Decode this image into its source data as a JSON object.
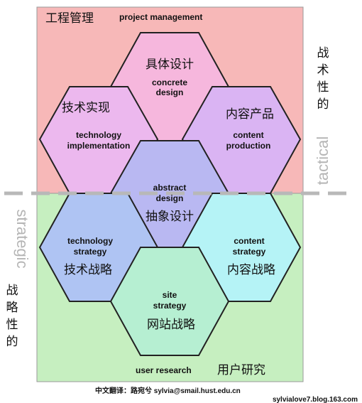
{
  "top_region": {
    "label_zh": "工程管理",
    "label_en": "project management"
  },
  "bottom_region": {
    "label_en": "user research",
    "label_zh": "用户研究"
  },
  "side_labels": {
    "tactical_en": "tactical",
    "tactical_zh": [
      "战",
      "术",
      "性",
      "的"
    ],
    "strategic_en": "strategic",
    "strategic_zh": [
      "战",
      "略",
      "性",
      "的"
    ]
  },
  "hexagons": {
    "concrete_design": {
      "zh": "具体设计",
      "en": [
        "concrete",
        "design"
      ]
    },
    "technology_implementation": {
      "zh": "技术实现",
      "en": [
        "technology",
        "implementation"
      ]
    },
    "content_production": {
      "zh": "内容产品",
      "en": [
        "content",
        "production"
      ]
    },
    "abstract_design": {
      "zh": "抽象设计",
      "en": [
        "abstract",
        "design"
      ]
    },
    "technology_strategy": {
      "zh": "技术战略",
      "en": [
        "technology",
        "strategy"
      ]
    },
    "content_strategy": {
      "zh": "内容战略",
      "en": [
        "content",
        "strategy"
      ]
    },
    "site_strategy": {
      "zh": "网站战略",
      "en": [
        "site",
        "strategy"
      ]
    }
  },
  "footer": {
    "credit": "中文翻译：路宛兮 sylvia@smail.hust.edu.cn",
    "blog": "sylvialove7.blog.163.com"
  },
  "colors": {
    "top_region": "#f7b8b8",
    "bottom_region": "#c6efc0",
    "hex_pink": "#f6b7dd",
    "hex_lavender": "#ecb8ee",
    "hex_purple": "#dab4f3",
    "hex_periwinkle": "#b9b8f2",
    "hex_blue": "#afc4f3",
    "hex_cyan": "#b5f3f6",
    "hex_mint": "#b6efd2",
    "divider": "#b8b8b8"
  }
}
